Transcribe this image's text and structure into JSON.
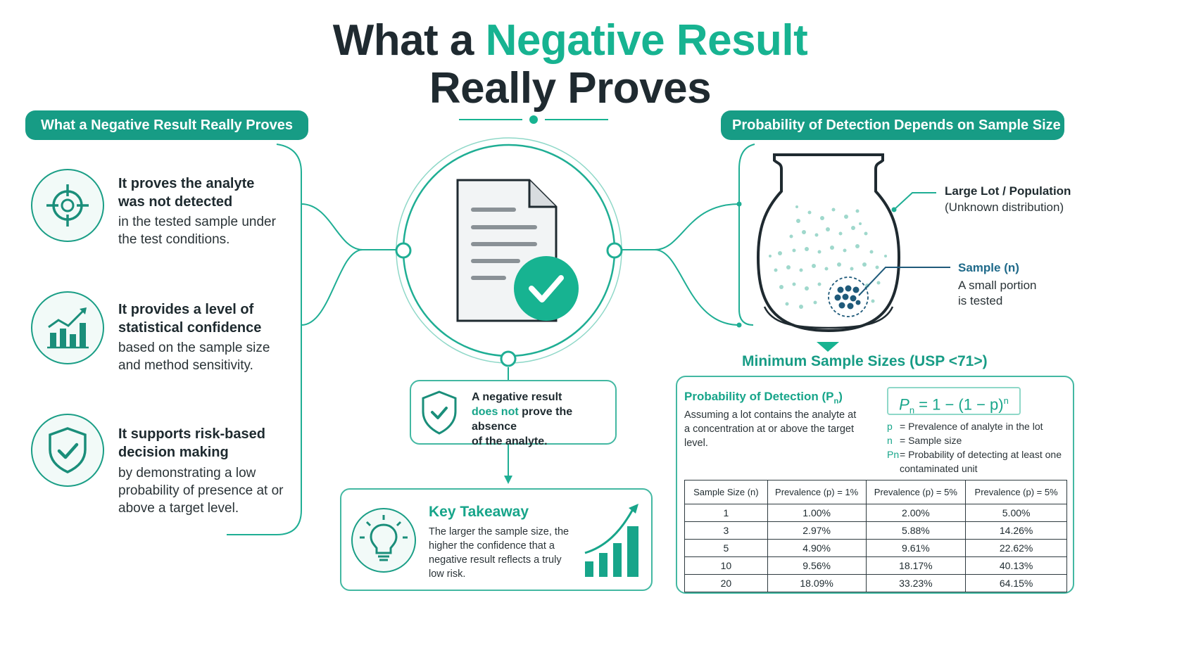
{
  "title": {
    "part1": "What a ",
    "accent": "Negative Result",
    "line2": "Really Proves"
  },
  "left_panel": {
    "header": "What a Negative Result Really Proves",
    "items": [
      {
        "icon": "target-icon",
        "title": "It proves the analyte was not detected",
        "body": "in the tested sample under the test conditions."
      },
      {
        "icon": "bar-chart-icon",
        "title": "It provides a level of statistical confidence",
        "body": "based on the sample size and method sensitivity."
      },
      {
        "icon": "shield-check-icon",
        "title": "It supports risk-based decision making",
        "body": "by demonstrating a low probability of presence at or above a target level."
      }
    ]
  },
  "center": {
    "note": {
      "line1": "A negative result",
      "highlight": "does not",
      "line2": " prove the absence",
      "line3": "of the analyte."
    },
    "takeaway": {
      "title": "Key Takeaway",
      "body": "The larger the sample size, the higher the confidence that a negative result reflects a truly low risk."
    }
  },
  "right_panel": {
    "header": "Probability of Detection Depends on Sample Size",
    "lot_label": "Large Lot / Population",
    "lot_sub": "(Unknown distribution)",
    "sample_label": "Sample (n)",
    "sample_sub1": "A small portion",
    "sample_sub2": "is tested",
    "table_title": "Minimum Sample Sizes (USP <71>)",
    "pod_title": "Probability of Detection (P",
    "pod_sub": "n",
    "pod_close": ")",
    "pod_desc": "Assuming a lot contains the analyte at a concentration at or above the target level.",
    "formula": "P",
    "formula_sub": "n",
    "formula_rest": " = 1 − (1 − p)",
    "formula_sup": "n",
    "legend": [
      {
        "key": "p",
        "text": "= Prevalence of analyte in the lot"
      },
      {
        "key": "n",
        "text": "= Sample size"
      },
      {
        "key": "Pn",
        "text": "= Probability of detecting at least one contaminated unit"
      }
    ]
  },
  "chart_data": {
    "type": "table",
    "columns": [
      "Sample Size (n)",
      "Prevalence (p) = 1%",
      "Prevalence (p) = 5%",
      "Prevalence (p) = 5%"
    ],
    "rows": [
      [
        "1",
        "1.00%",
        "2.00%",
        "5.00%"
      ],
      [
        "3",
        "2.97%",
        "5.88%",
        "14.26%"
      ],
      [
        "5",
        "4.90%",
        "9.61%",
        "22.62%"
      ],
      [
        "10",
        "9.56%",
        "18.17%",
        "40.13%"
      ],
      [
        "20",
        "18.09%",
        "33.23%",
        "64.15%"
      ]
    ]
  },
  "colors": {
    "accent": "#17b391",
    "teal": "#179c85",
    "dark": "#1f2a30",
    "navy": "#1f5a7a"
  }
}
